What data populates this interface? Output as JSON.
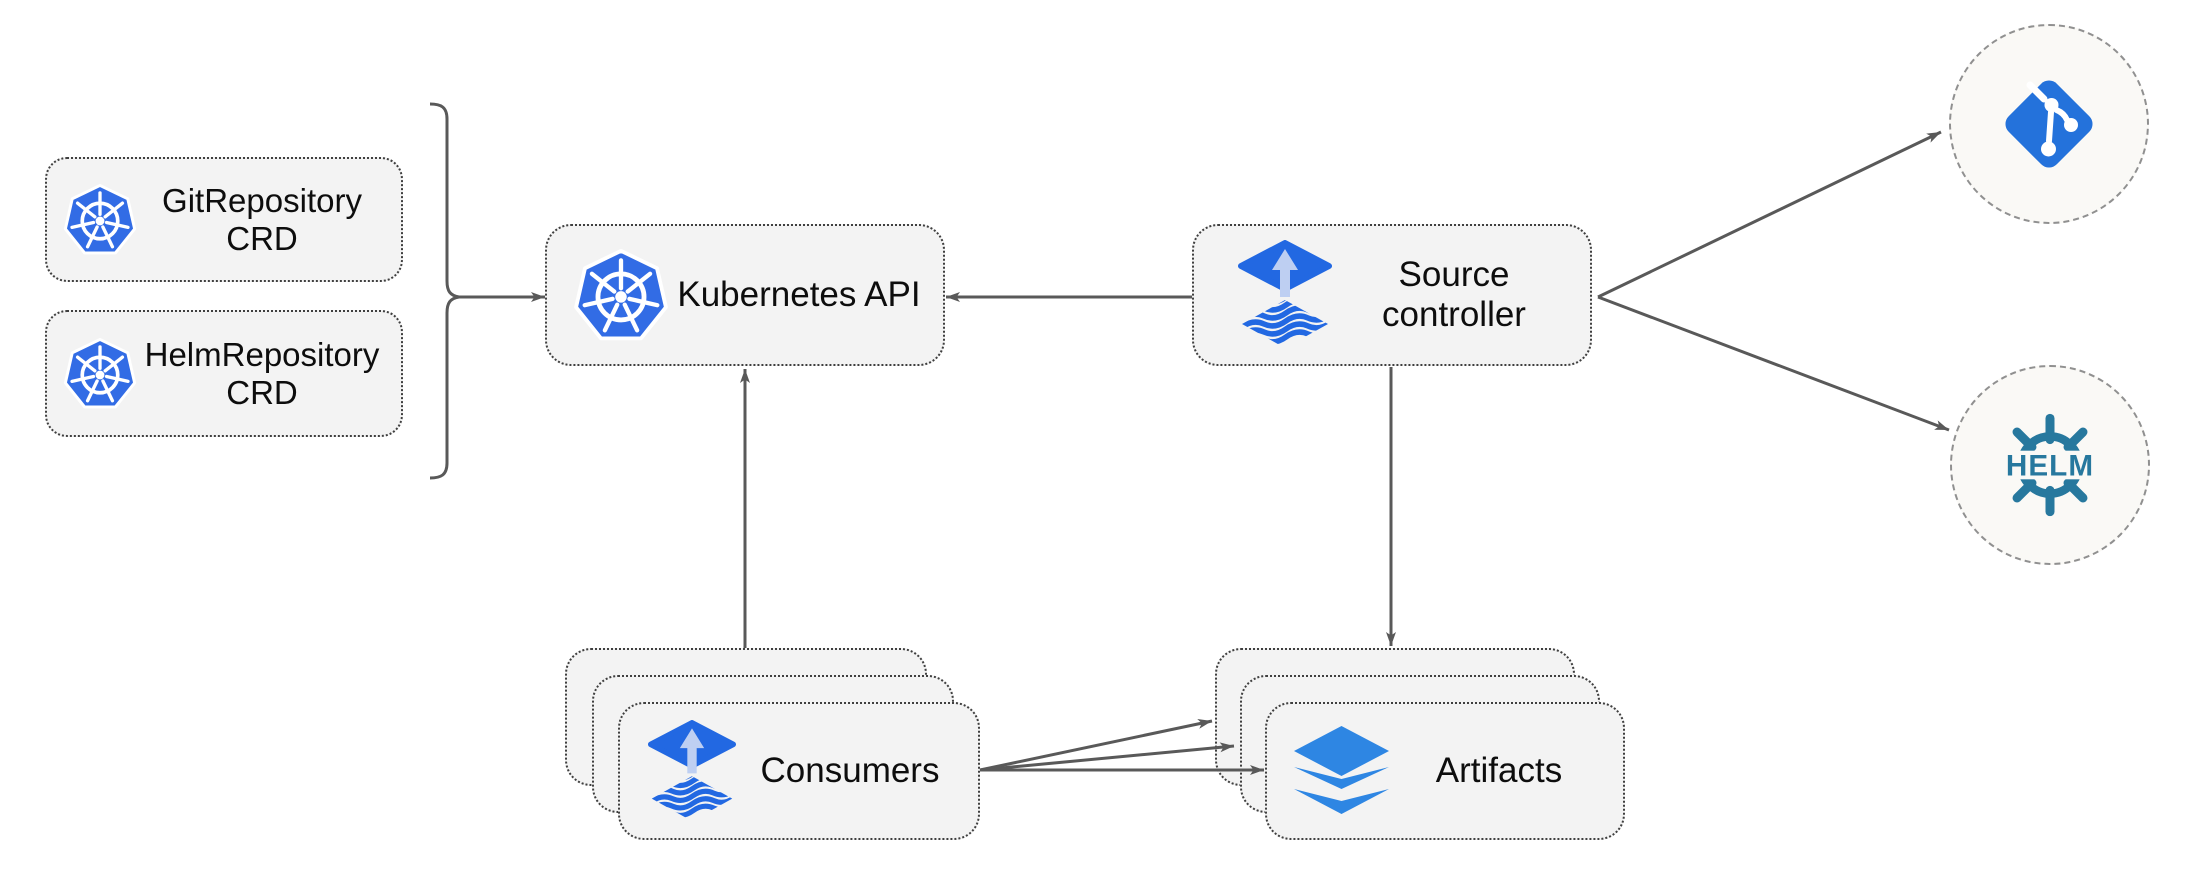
{
  "diagram": {
    "nodes": {
      "git_repository_crd": {
        "line1": "GitRepository",
        "line2": "CRD",
        "icon": "kubernetes-icon"
      },
      "helm_repository_crd": {
        "line1": "HelmRepository",
        "line2": "CRD",
        "icon": "kubernetes-icon"
      },
      "kubernetes_api": {
        "label": "Kubernetes API",
        "icon": "kubernetes-icon"
      },
      "source_controller": {
        "line1": "Source",
        "line2": "controller",
        "icon": "flux-icon"
      },
      "consumers": {
        "label": "Consumers",
        "icon": "flux-icon",
        "stack_count": 3
      },
      "artifacts": {
        "label": "Artifacts",
        "icon": "layers-icon",
        "stack_count": 3
      },
      "git_repository": {
        "icon": "git-icon"
      },
      "helm_repository": {
        "icon": "helm-icon",
        "logo_text": "HELM"
      }
    },
    "edges": [
      {
        "from": "crd-bracket",
        "to": "kubernetes-api"
      },
      {
        "from": "source-controller",
        "to": "kubernetes-api"
      },
      {
        "from": "consumers",
        "to": "kubernetes-api"
      },
      {
        "from": "source-controller",
        "to": "artifacts"
      },
      {
        "from": "source-controller",
        "to": "git-repository"
      },
      {
        "from": "source-controller",
        "to": "helm-repository"
      },
      {
        "from": "consumers",
        "to": "artifacts"
      },
      {
        "from": "consumers",
        "to": "artifacts"
      },
      {
        "from": "consumers",
        "to": "artifacts"
      }
    ],
    "colors": {
      "kubernetes_blue": "#326CE5",
      "flux_blue": "#2268E2",
      "flux_arrow_light": "#BECFF2",
      "layers_blue": "#2E86E3",
      "git_blue": "#2472DB",
      "helm_teal": "#27789E",
      "node_fill": "#F3F3F3",
      "circle_fill": "#FAF9F6",
      "node_border": "#3F3F3F",
      "circle_border": "#909090",
      "edge": "#595959"
    }
  }
}
